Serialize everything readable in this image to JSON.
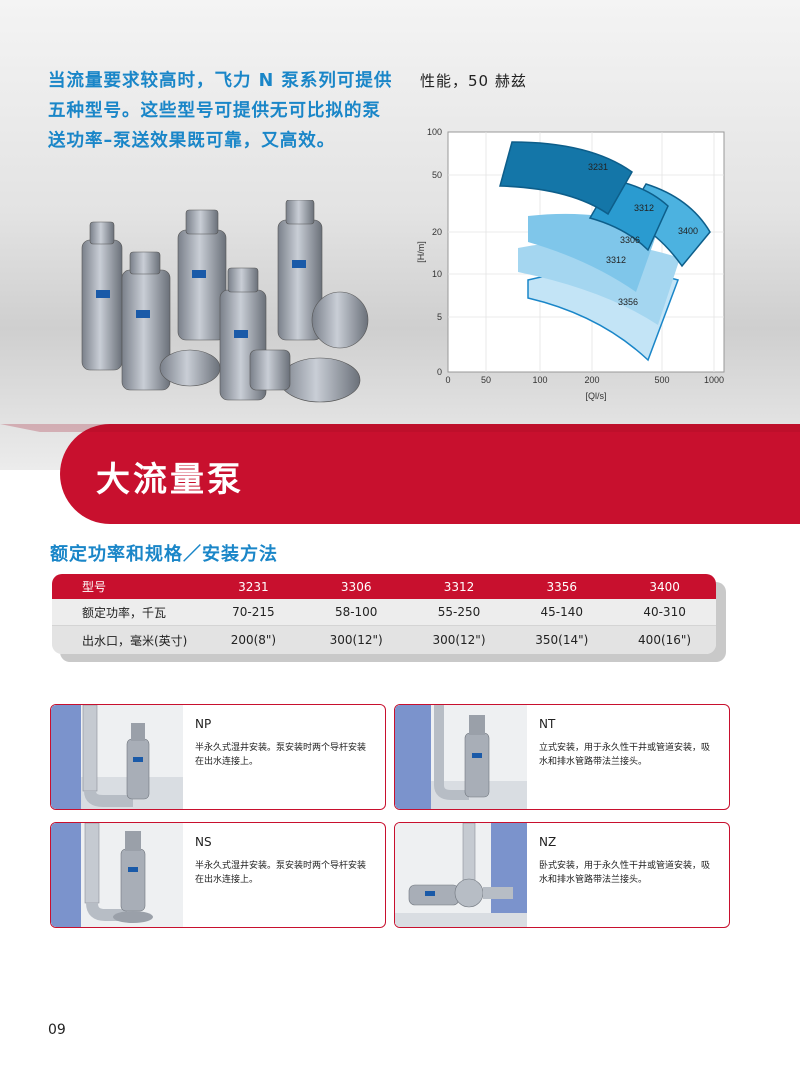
{
  "intro_text": "当流量要求较高时，飞力 N 泵系列可提供五种型号。这些型号可提供无可比拟的泵送功率–泵送效果既可靠，又高效。",
  "chart_title": "性能，50 赫兹",
  "chart_data": {
    "type": "area",
    "title": "性能，50 赫兹",
    "xlabel": "[Ql/s]",
    "ylabel": "[H/m]",
    "x_scale": "log",
    "y_scale": "log",
    "x_ticks": [
      "0",
      "50",
      "100",
      "200",
      "500",
      "1000"
    ],
    "y_ticks": [
      "0",
      "5",
      "10",
      "20",
      "50",
      "100"
    ],
    "xlim": [
      0,
      1000
    ],
    "ylim": [
      0,
      100
    ],
    "grid": true,
    "regions": [
      {
        "name": "3231",
        "color": "#1476a8"
      },
      {
        "name": "3312",
        "color": "#2a9bd0"
      },
      {
        "name": "3400",
        "color": "#4cb2e0"
      },
      {
        "name": "3306",
        "color": "#7fc6ea"
      },
      {
        "name": "3312",
        "color": "#a4d6f0"
      },
      {
        "name": "3356",
        "color": "#c3e4f6"
      }
    ]
  },
  "banner_title": "大流量泵",
  "section_title": "额定功率和规格／安装方法",
  "table": {
    "header": [
      "型号",
      "3231",
      "3306",
      "3312",
      "3356",
      "3400"
    ],
    "rows": [
      [
        "额定功率，千瓦",
        "70-215",
        "58-100",
        "55-250",
        "45-140",
        "40-310"
      ],
      [
        "出水口，毫米(英寸)",
        "200(8\")",
        "300(12\")",
        "300(12\")",
        "350(14\")",
        "400(16\")"
      ]
    ]
  },
  "installations": [
    {
      "code": "NP",
      "desc": "半永久式湿井安装。泵安装时两个导杆安装在出水连接上。"
    },
    {
      "code": "NT",
      "desc": "立式安装，用于永久性干井或管道安装，吸水和排水管路带法兰接头。"
    },
    {
      "code": "NS",
      "desc": "半永久式湿井安装。泵安装时两个导杆安装在出水连接上。"
    },
    {
      "code": "NZ",
      "desc": "卧式安装，用于永久性干井或管道安装，吸水和排水管路带法兰接头。"
    }
  ],
  "page_number": "09",
  "colors": {
    "accent_red": "#c8102e",
    "accent_blue": "#1a86c8"
  }
}
